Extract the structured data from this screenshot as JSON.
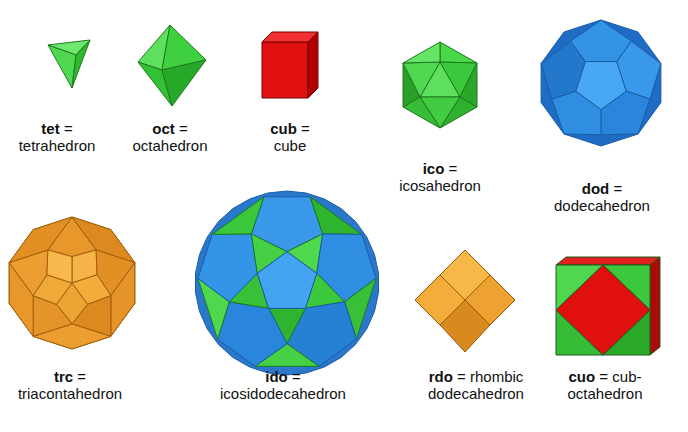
{
  "diagram": {
    "labels": [
      "tet",
      "= tetrahedron",
      "oct",
      "= octahedron",
      "cub",
      "= cube",
      "ico",
      "= icosahedron",
      "dod",
      "= dodecahedron",
      "trc",
      "= triacontahedron",
      "ido",
      "= icosidodecahedron",
      "rdo",
      "= rhombic dodecahedron",
      "cuo",
      "= cub-octahedron"
    ]
  }
}
